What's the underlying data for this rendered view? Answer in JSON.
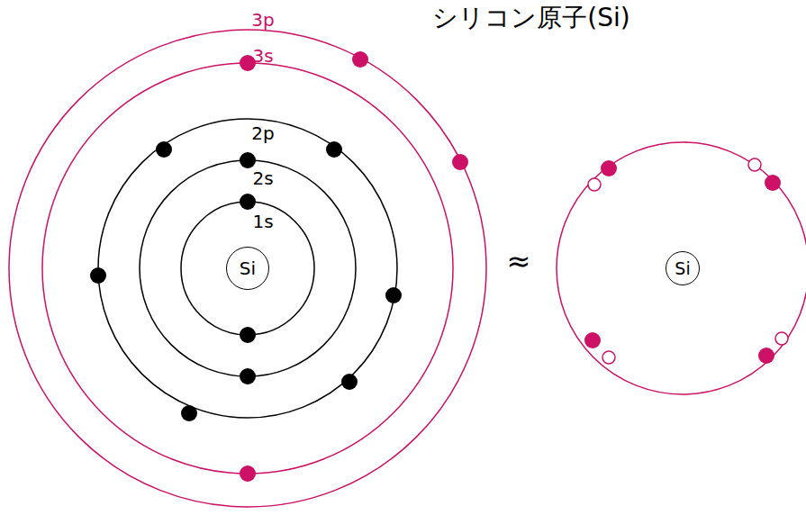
{
  "diagram": {
    "title": "シリコン原子(Si)",
    "nodes": [
      {
        "text": [
          "Si"
        ]
      },
      {
        "text": [
          "Si"
        ]
      }
    ],
    "labels": [
      "3p",
      "3s",
      "2p",
      "2s",
      "1s",
      "≈"
    ]
  }
}
